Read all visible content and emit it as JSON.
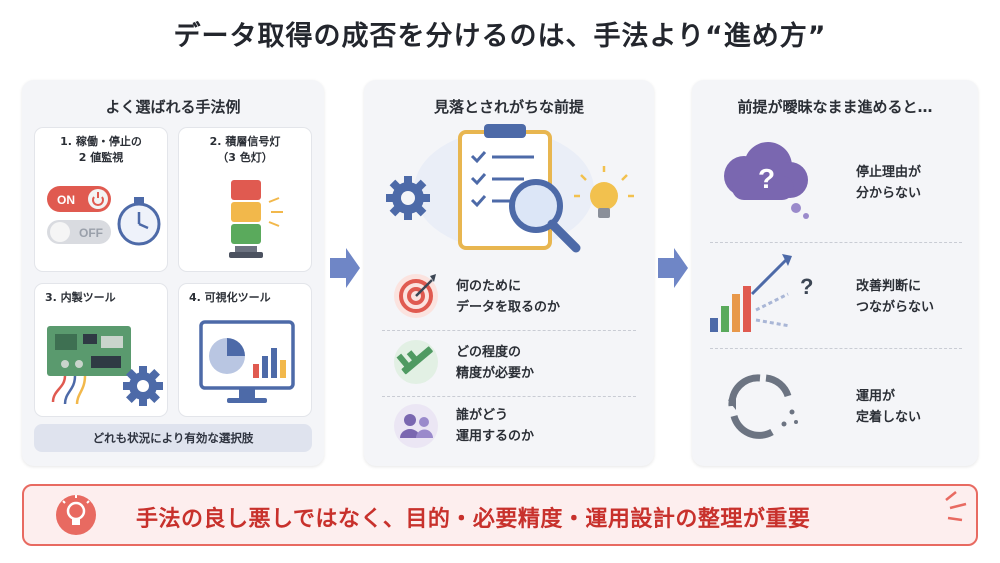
{
  "title": "データ取得の成否を分けるのは、手法より“進め方”",
  "panel1": {
    "title": "よく選ばれる手法例",
    "cards": [
      {
        "label_line1": "1. 稼働・停止の",
        "label_line2": "2 値監視",
        "switch_on": "ON",
        "switch_off": "OFF"
      },
      {
        "label_line1": "2. 積層信号灯",
        "label_line2": "（3 色灯）"
      },
      {
        "label_line1": "3. 内製ツール"
      },
      {
        "label_line1": "4. 可視化ツール"
      }
    ],
    "footer": "どれも状況により有効な選択肢"
  },
  "panel2": {
    "title": "見落とされがちな前提",
    "items": [
      {
        "line1": "何のために",
        "line2": "データを取るのか"
      },
      {
        "line1": "どの程度の",
        "line2": "精度が必要か"
      },
      {
        "line1": "誰がどう",
        "line2": "運用するのか"
      }
    ]
  },
  "panel3": {
    "title": "前提が曖昧なまま進めると…",
    "items": [
      {
        "line1": "停止理由が",
        "line2": "分からない"
      },
      {
        "line1": "改善判断に",
        "line2": "つながらない"
      },
      {
        "line1": "運用が",
        "line2": "定着しない"
      }
    ]
  },
  "banner": {
    "text": "手法の良し悪しではなく、目的・必要精度・運用設計の整理が重要"
  },
  "colors": {
    "accent_red": "#e86a61",
    "arrow_blue": "#6f86c6",
    "banner_bg": "#fdeeee"
  }
}
